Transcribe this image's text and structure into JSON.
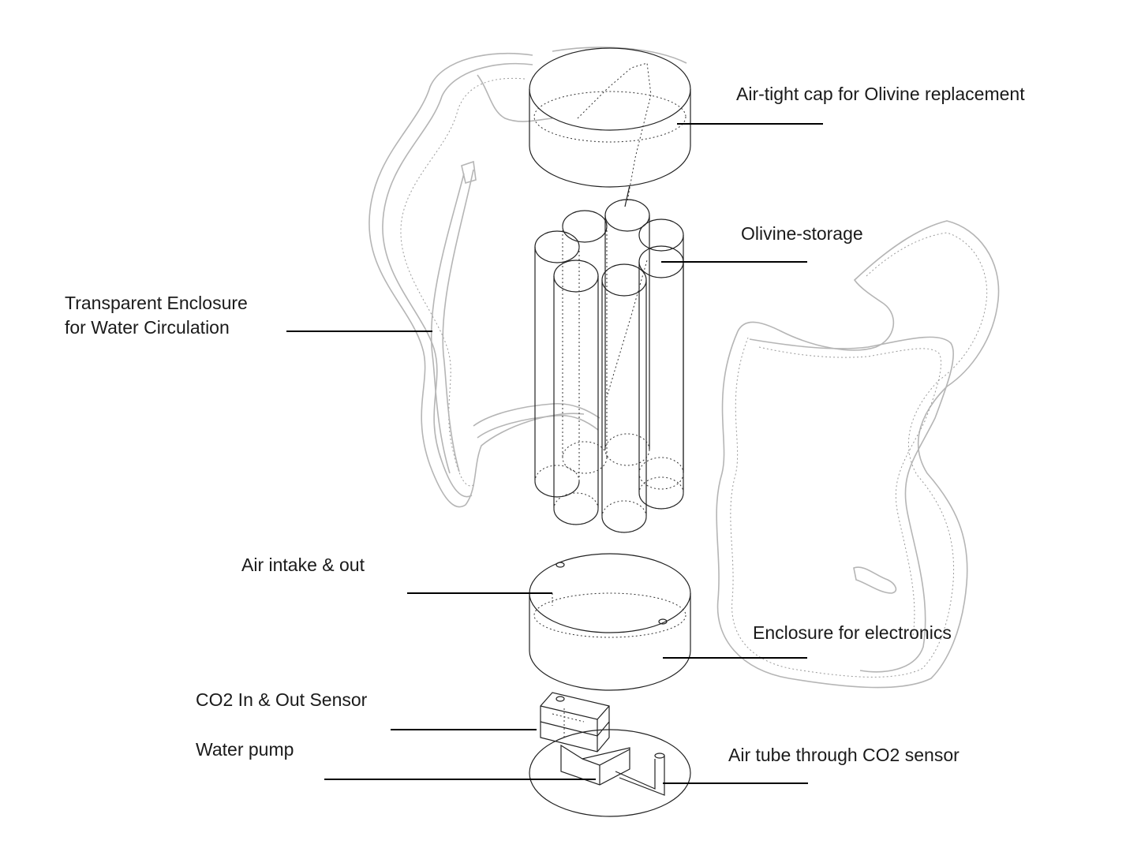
{
  "labels": {
    "cap": "Air-tight cap for Olivine replacement",
    "storage": "Olivine-storage",
    "enclosure_line1": "Transparent Enclosure",
    "enclosure_line2": "for Water Circulation",
    "air_intake": "Air intake & out",
    "electronics": "Enclosure for electronics",
    "co2_sensor": "CO2 In & Out Sensor",
    "water_pump": "Water pump",
    "air_tube": "Air tube through CO2 sensor"
  }
}
